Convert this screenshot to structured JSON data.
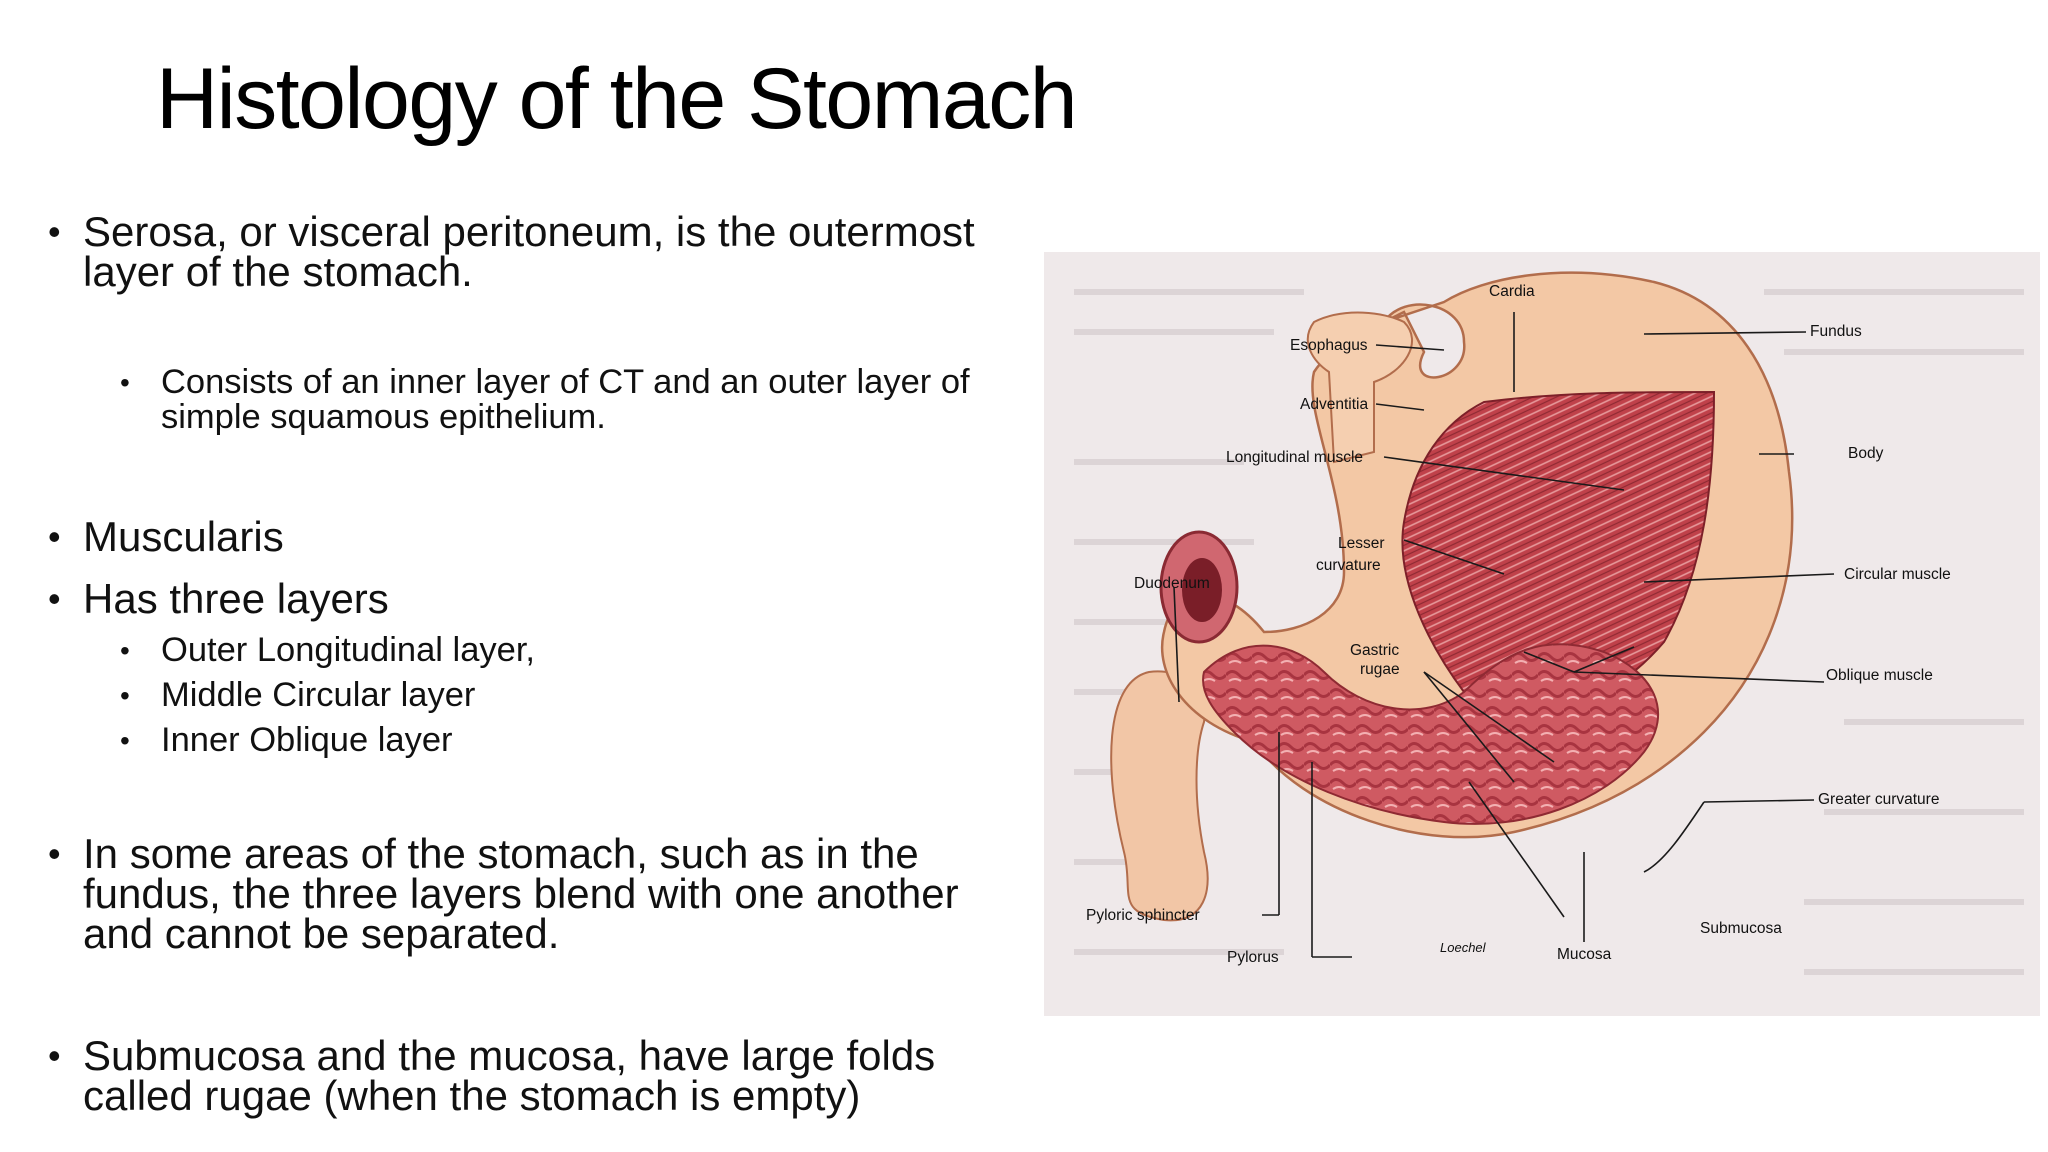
{
  "slide": {
    "title": "Histology of the Stomach",
    "bullets": {
      "serosa": "Serosa, or visceral peritoneum, is the outermost layer of the stomach.",
      "serosa_detail": "Consists of an inner layer of CT and an outer layer of simple squamous epithelium.",
      "muscularis": "Muscularis",
      "three_layers": "Has three layers",
      "layer_items": [
        "Outer Longitudinal layer,",
        "Middle Circular layer",
        "Inner Oblique layer"
      ],
      "fundus": "In some areas of the stomach, such as in the fundus, the three layers blend with one another and cannot be separated.",
      "rugae": "Submucosa and the mucosa, have large folds called rugae (when the stomach is empty)"
    }
  },
  "diagram": {
    "labels": {
      "cardia": "Cardia",
      "esophagus": "Esophagus",
      "fundus": "Fundus",
      "adventitia": "Adventitia",
      "body": "Body",
      "longitudinal_muscle": "Longitudinal muscle",
      "lesser_curvature_1": "Lesser",
      "lesser_curvature_2": "curvature",
      "circular_muscle": "Circular muscle",
      "duodenum": "Duodenum",
      "gastric_rugae_1": "Gastric",
      "gastric_rugae_2": "rugae",
      "oblique_muscle": "Oblique muscle",
      "greater_curvature": "Greater curvature",
      "pyloric_sphincter": "Pyloric sphincter",
      "submucosa": "Submucosa",
      "pylorus": "Pylorus",
      "mucosa": "Mucosa",
      "artist": "Loechel"
    },
    "colors": {
      "background": "#efe9ea",
      "serosa": "#f2c6a6",
      "muscle": "#c0414a",
      "mucosa": "#cf5a62",
      "outline": "#b26d4c"
    }
  }
}
